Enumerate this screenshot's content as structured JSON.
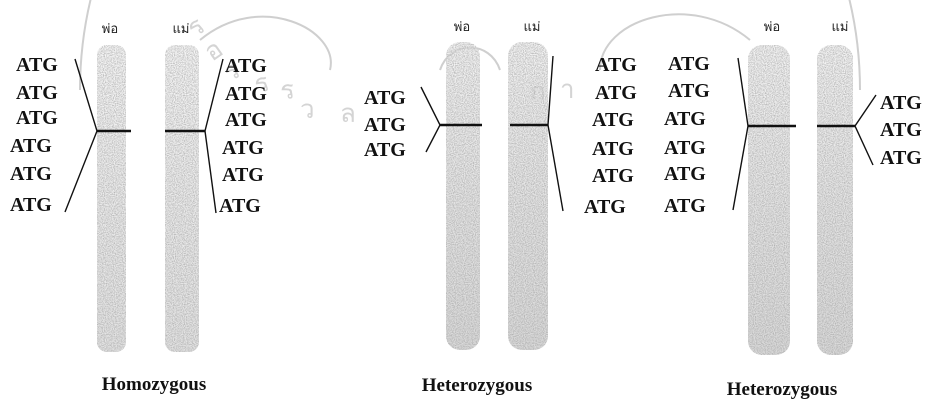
{
  "watermark": {
    "left_chars": [
      "ร",
      "อ",
      "ร",
      "ร",
      "ร"
    ],
    "bottom_chars": [
      "ว",
      "ล",
      "ก",
      "า"
    ]
  },
  "panels": [
    {
      "caption": "Homozygous",
      "father_label": "พ่อ",
      "mother_label": "แม่",
      "father_repeats": [
        "ATG",
        "ATG",
        "ATG",
        "ATG",
        "ATG",
        "ATG"
      ],
      "mother_repeats": [
        "ATG",
        "ATG",
        "ATG",
        "ATG",
        "ATG",
        "ATG"
      ]
    },
    {
      "caption": "Heterozygous",
      "father_label": "พ่อ",
      "mother_label": "แม่",
      "father_repeats": [
        "ATG",
        "ATG",
        "ATG"
      ],
      "mother_repeats": [
        "ATG",
        "ATG",
        "ATG",
        "ATG",
        "ATG",
        "ATG"
      ]
    },
    {
      "caption": "Heterozygous",
      "father_label": "พ่อ",
      "mother_label": "แม่",
      "father_repeats": [
        "ATG",
        "ATG",
        "ATG",
        "ATG",
        "ATG",
        "ATG"
      ],
      "mother_repeats": [
        "ATG",
        "ATG",
        "ATG"
      ]
    }
  ]
}
